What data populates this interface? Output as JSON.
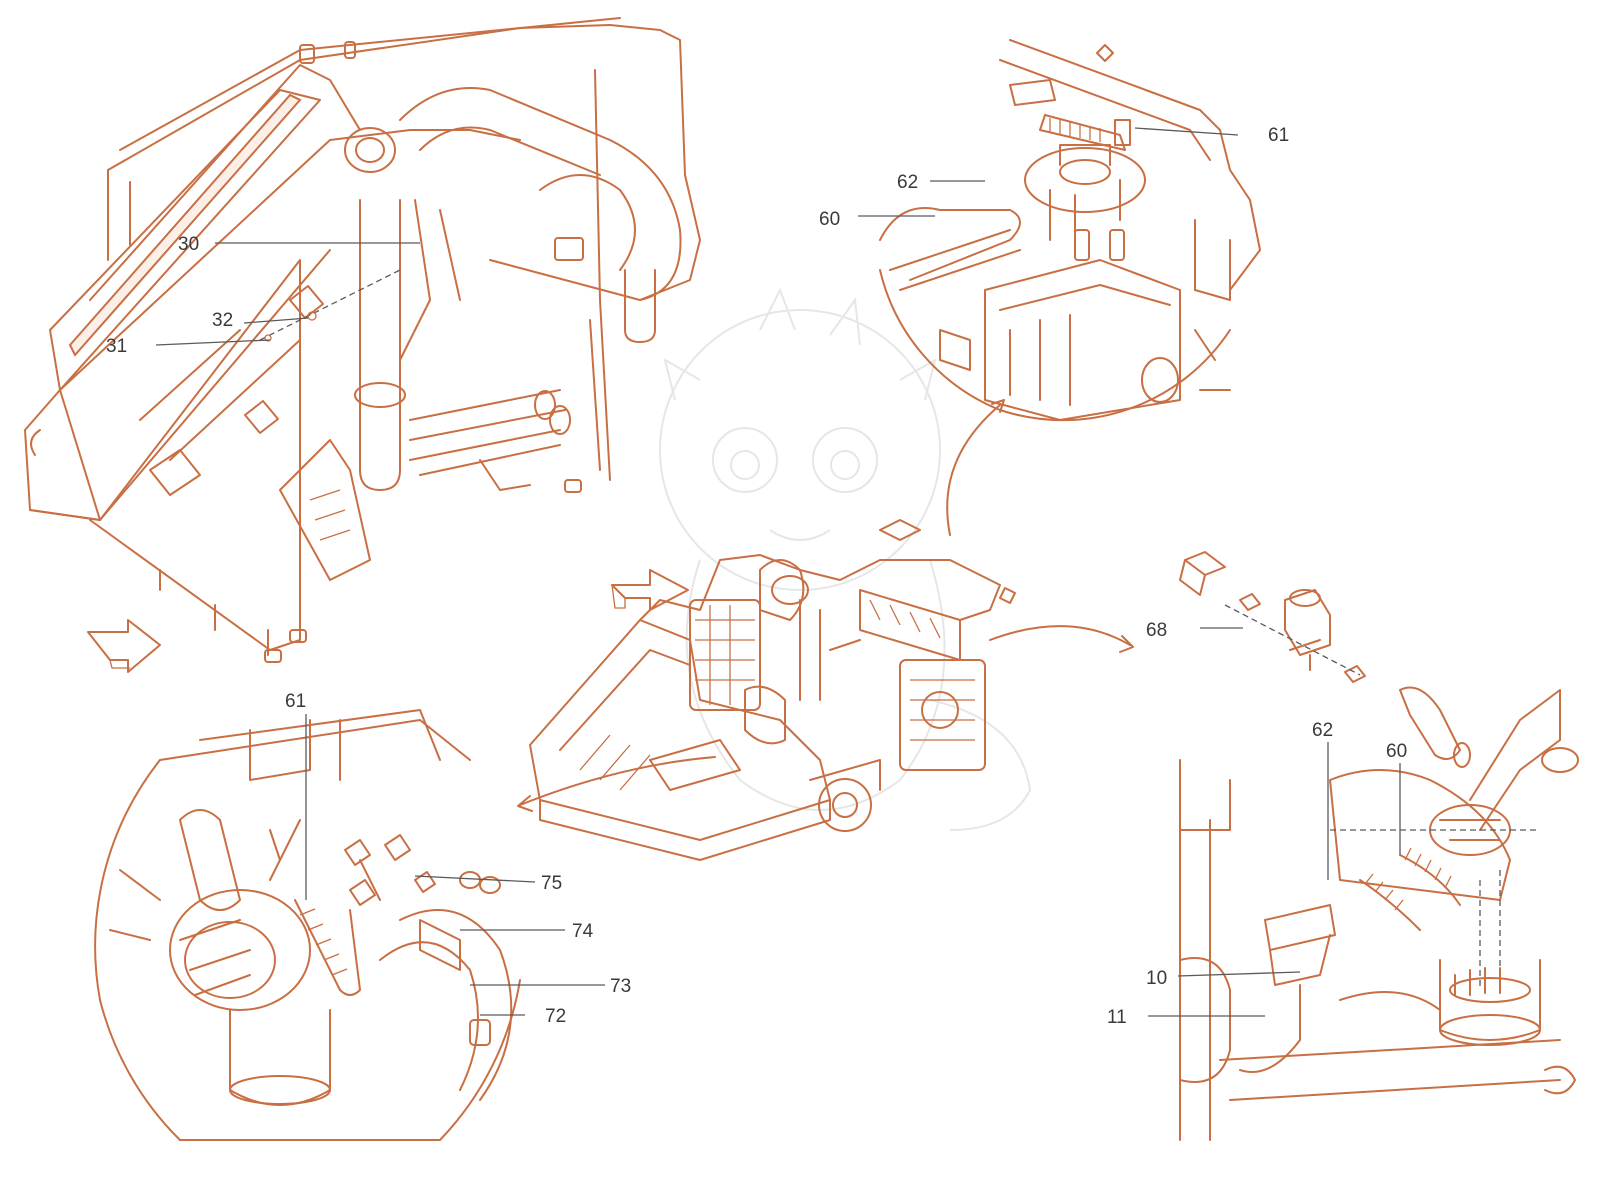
{
  "colors": {
    "line": "#c86f43",
    "label": "#3a3a3a",
    "leader": "#5a5a5a",
    "background": "#ffffff",
    "watermark": "#e6e6e6"
  },
  "callouts": [
    {
      "id": "c30",
      "text": "30"
    },
    {
      "id": "c32",
      "text": "32"
    },
    {
      "id": "c31",
      "text": "31"
    },
    {
      "id": "c61a",
      "text": "61"
    },
    {
      "id": "c62a",
      "text": "62"
    },
    {
      "id": "c60a",
      "text": "60"
    },
    {
      "id": "c68",
      "text": "68"
    },
    {
      "id": "c62b",
      "text": "62"
    },
    {
      "id": "c60b",
      "text": "60"
    },
    {
      "id": "c10",
      "text": "10"
    },
    {
      "id": "c11",
      "text": "11"
    },
    {
      "id": "c61b",
      "text": "61"
    },
    {
      "id": "c75",
      "text": "75"
    },
    {
      "id": "c74",
      "text": "74"
    },
    {
      "id": "c73",
      "text": "73"
    },
    {
      "id": "c72",
      "text": "72"
    }
  ],
  "icons": [
    "direction-arrow-icon",
    "direction-arrow-icon",
    "watermark-dragon-icon"
  ]
}
